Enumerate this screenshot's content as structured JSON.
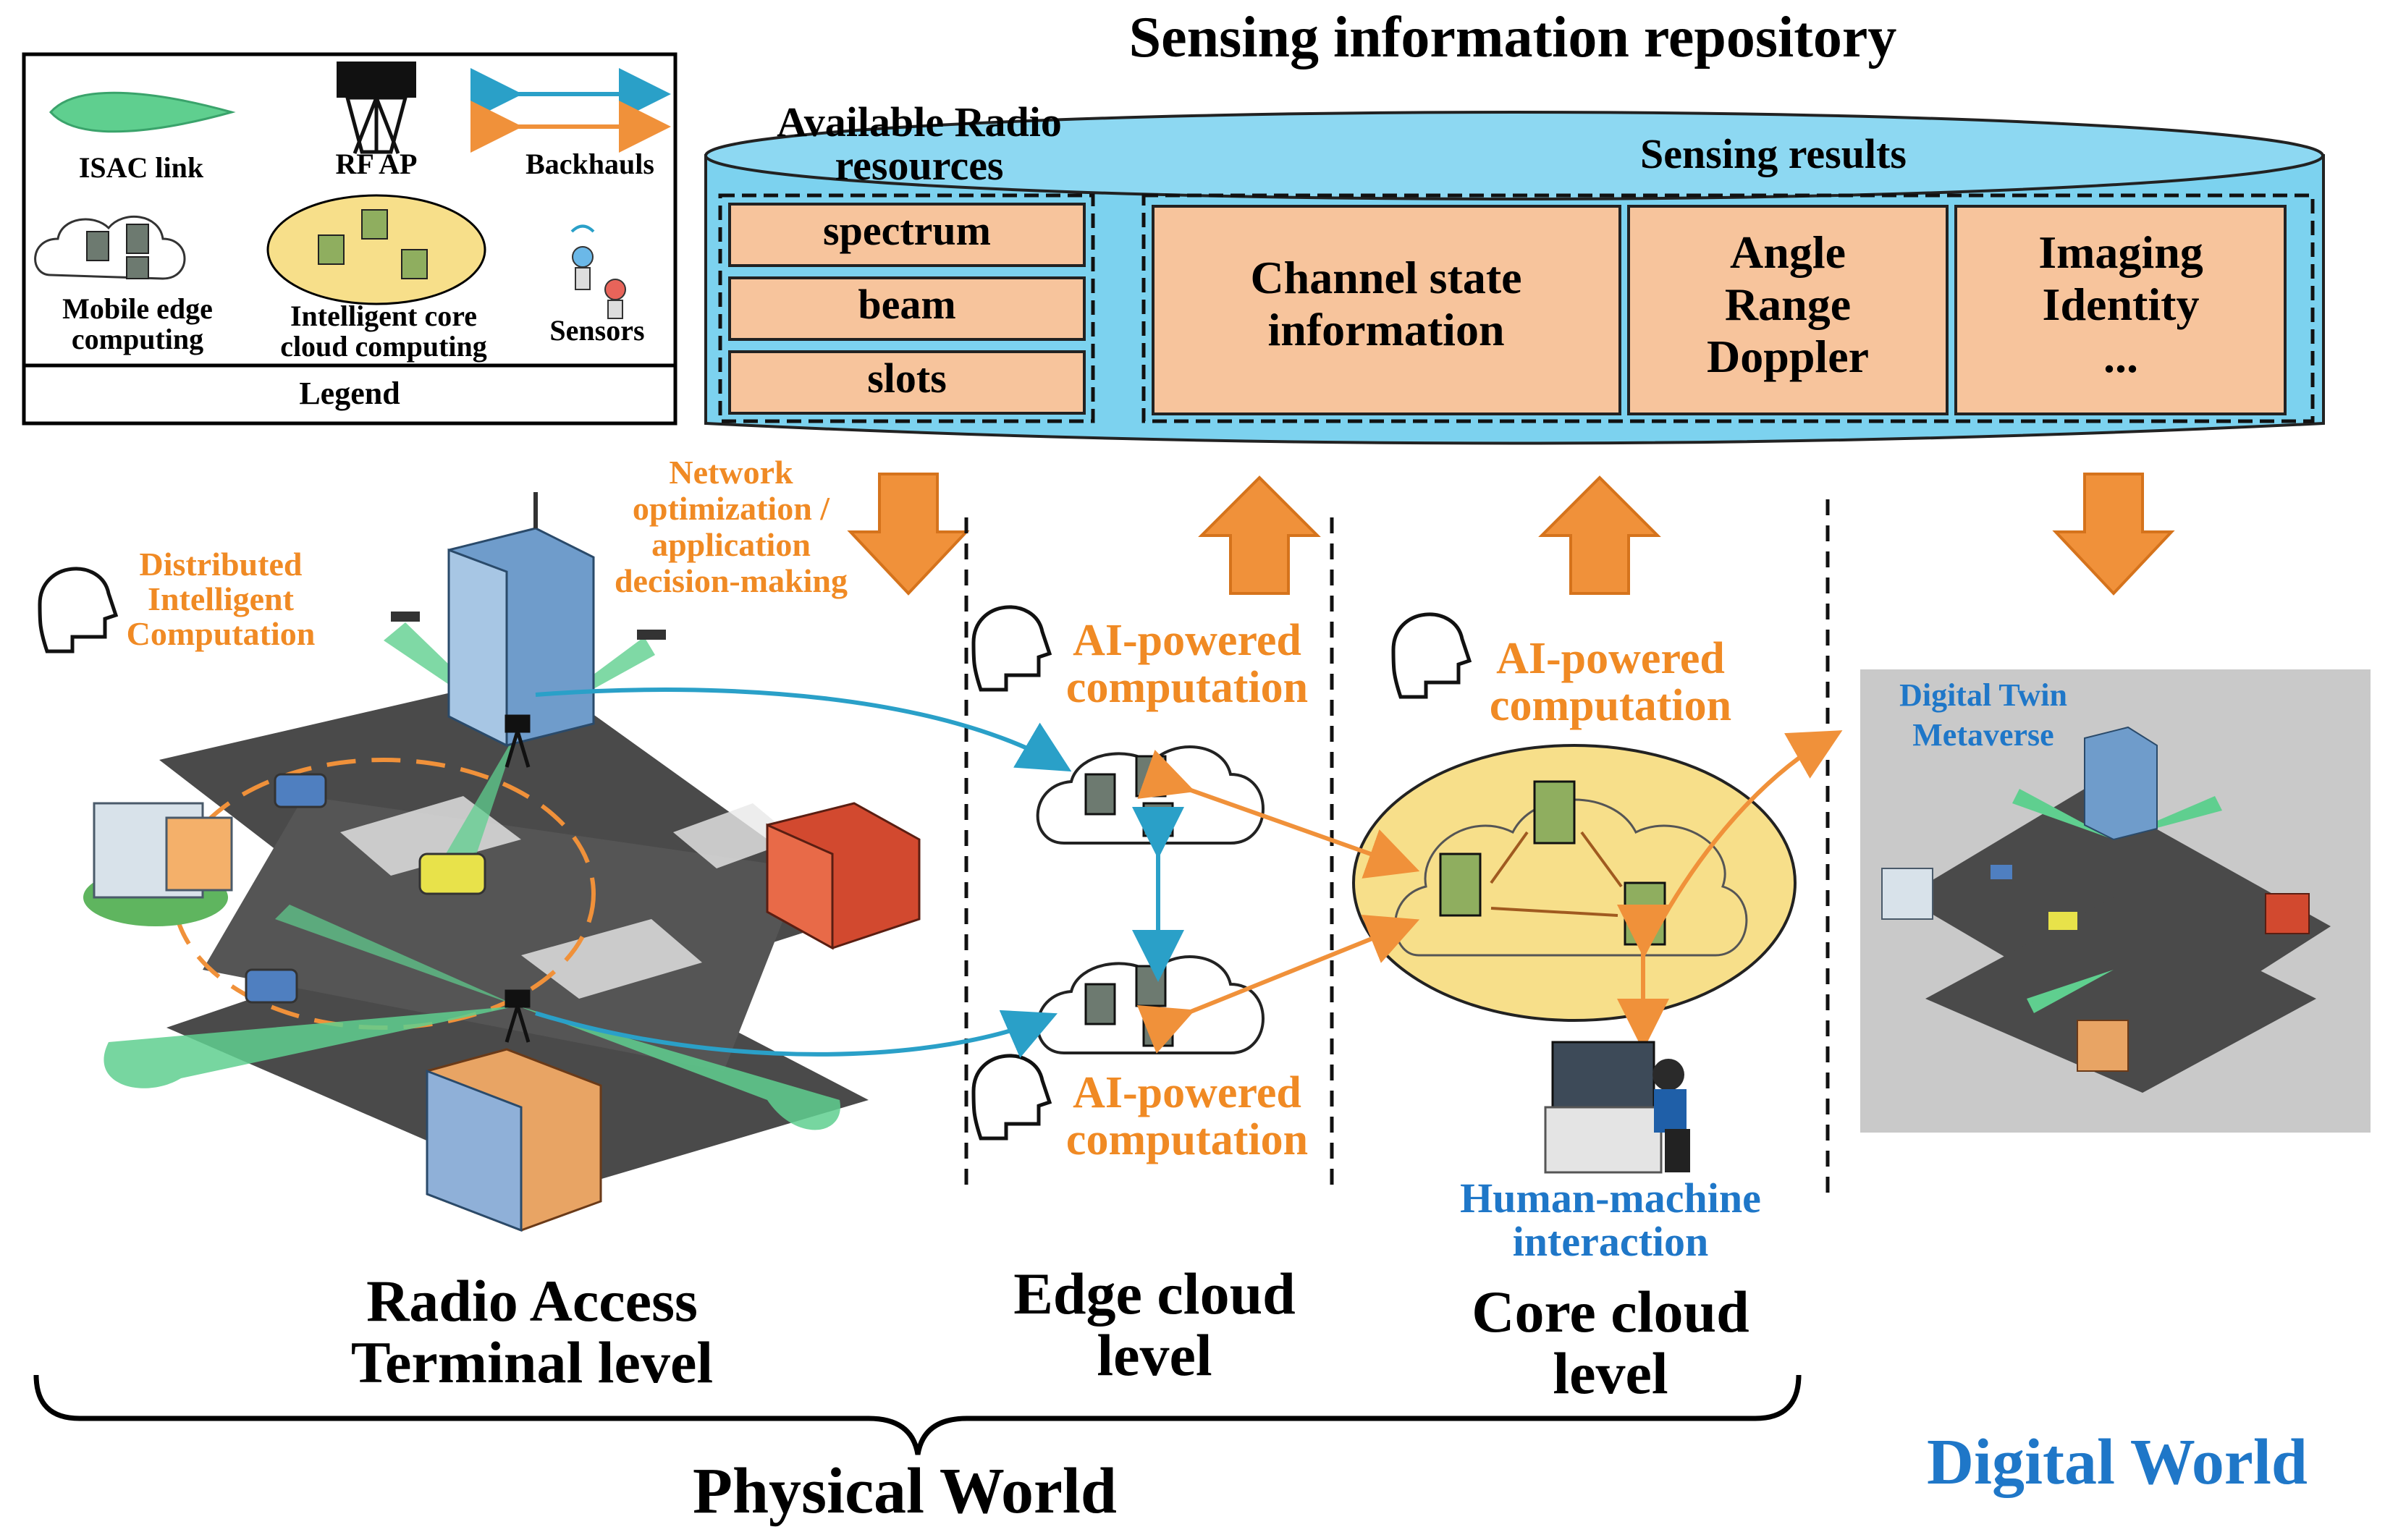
{
  "title": "Sensing information repository",
  "legend": {
    "caption": "Legend",
    "isac_link": "ISAC link",
    "rf_ap": "RF AP",
    "backhauls": "Backhauls",
    "mec_1": "Mobile edge",
    "mec_2": "computing",
    "core_1": "Intelligent core",
    "core_2": "cloud computing",
    "sensors": "Sensors"
  },
  "radio_resources": {
    "heading_1": "Available Radio",
    "heading_2": "resources",
    "items": [
      "spectrum",
      "beam",
      "slots"
    ]
  },
  "sensing_results": {
    "heading": "Sensing results",
    "box1": [
      "Channel state",
      "information"
    ],
    "box2": [
      "Angle",
      "Range",
      "Doppler"
    ],
    "box3": [
      "Imaging",
      "Identity",
      "..."
    ]
  },
  "labels": {
    "network_opt": [
      "Network",
      "optimization /",
      "application",
      "decision-making"
    ],
    "distributed": [
      "Distributed",
      "Intelligent",
      "Computation"
    ],
    "ai_powered_1": "AI-powered",
    "ai_powered_2": "computation",
    "digital_twin": [
      "Digital Twin",
      "Metaverse"
    ],
    "hmi": [
      "Human-machine",
      "interaction"
    ]
  },
  "levels": {
    "ran": [
      "Radio Access",
      "Terminal level"
    ],
    "edge": [
      "Edge cloud",
      "level"
    ],
    "core": [
      "Core cloud",
      "level"
    ],
    "physical": "Physical World",
    "digital": "Digital World"
  },
  "colors": {
    "orange": "#f0913a",
    "orange_text": "#f08a24",
    "blue_text": "#1f77c8",
    "repo_blue": "#7cd2ef",
    "box_fill": "#f7c49c",
    "isac_green": "#5fcf8f",
    "backhaul_blue": "#2aa0c8",
    "core_yellow": "#f7df8a"
  }
}
